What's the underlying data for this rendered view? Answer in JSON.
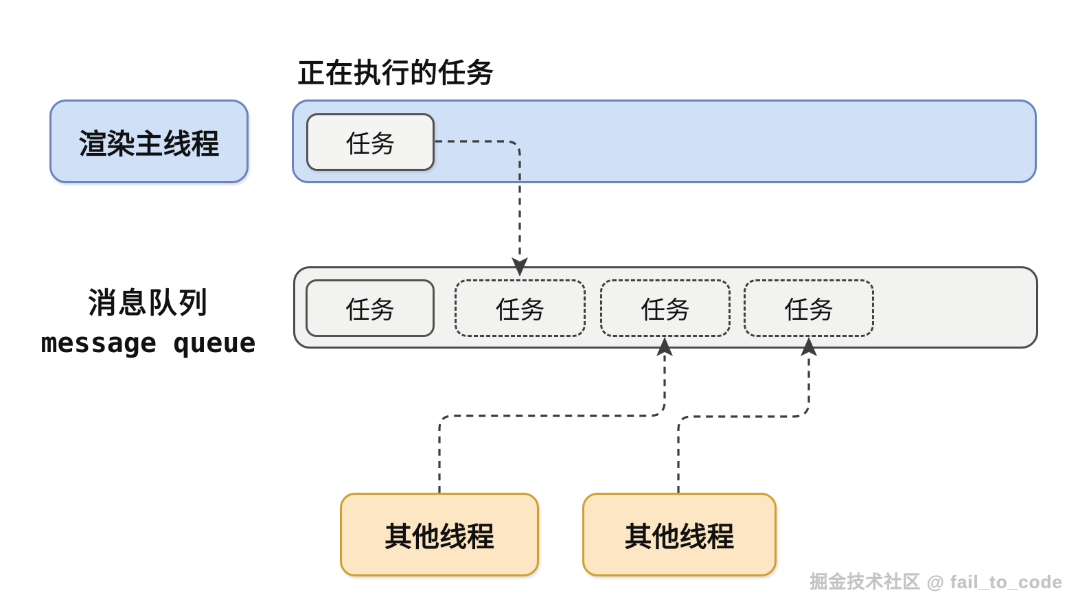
{
  "labels": {
    "executing_title": "正在执行的任务",
    "queue_cn": "消息队列",
    "queue_en": "message queue"
  },
  "threads": {
    "render_main": "渲染主线程",
    "other_1": "其他线程",
    "other_2": "其他线程"
  },
  "executing": {
    "task": "任务"
  },
  "queue": {
    "tasks": [
      {
        "label": "任务",
        "style": "solid"
      },
      {
        "label": "任务",
        "style": "dashed"
      },
      {
        "label": "任务",
        "style": "dashed"
      },
      {
        "label": "任务",
        "style": "dashed"
      }
    ]
  },
  "connectors": [
    {
      "name": "executing-task-to-queue",
      "direction": "down"
    },
    {
      "name": "other-thread-1-to-queue",
      "direction": "up"
    },
    {
      "name": "other-thread-2-to-queue",
      "direction": "up"
    }
  ],
  "watermark": "掘金技术社区 @ fail_to_code",
  "colors": {
    "blue_fill": "#CFE0F7",
    "blue_border": "#6B84BD",
    "gray_fill": "#F2F2F1",
    "gray_border": "#4D4D4D",
    "task_fill": "#F4F4F3",
    "task_border": "#525252",
    "dashed_border": "#414141",
    "orange_fill": "#FCE6C4",
    "orange_border": "#D49E2E",
    "connector": "#3D3D3D",
    "watermark": "#C3C3C3"
  }
}
